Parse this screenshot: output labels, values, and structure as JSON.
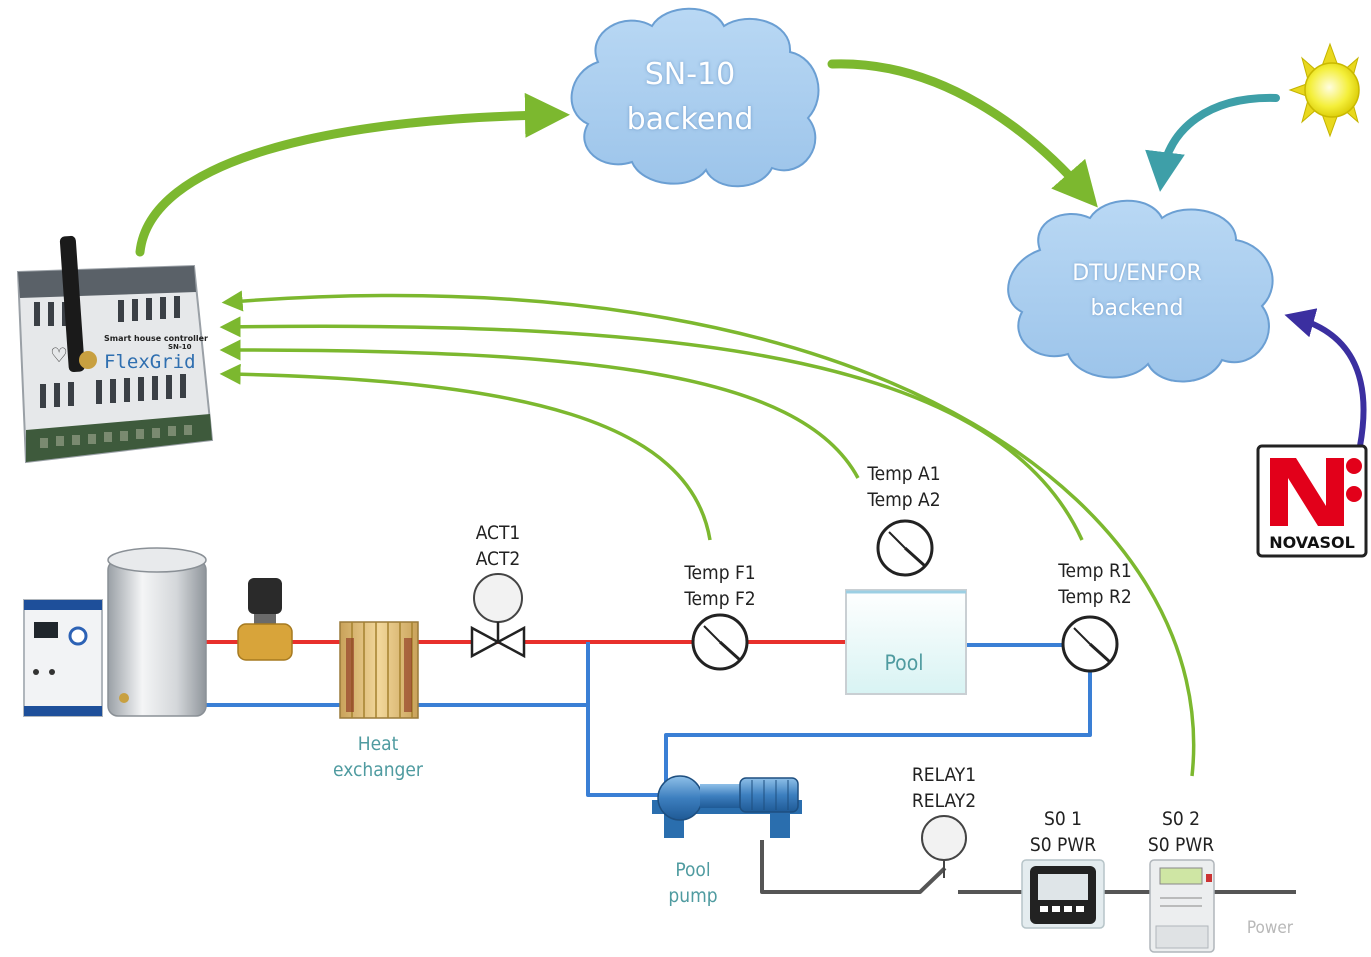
{
  "clouds": {
    "sn10": {
      "line1": "SN-10",
      "line2": "backend"
    },
    "dtu": {
      "line1": "DTU/ENFOR",
      "line2": "backend"
    }
  },
  "controller": {
    "brand": "FlexGrid",
    "subtitle": "Smart house controller",
    "model": "SN-10"
  },
  "novasol": {
    "logo_letter": "N",
    "name": "NOVASOL"
  },
  "labels": {
    "act": [
      "ACT1",
      "ACT2"
    ],
    "temp_a": [
      "Temp A1",
      "Temp A2"
    ],
    "temp_f": [
      "Temp F1",
      "Temp F2"
    ],
    "temp_r": [
      "Temp R1",
      "Temp R2"
    ],
    "relay": [
      "RELAY1",
      "RELAY2"
    ],
    "s0_1": [
      "S0 1",
      "S0 PWR"
    ],
    "s0_2": [
      "S0 2",
      "S0 PWR"
    ],
    "heat_exchanger": [
      "Heat",
      "exchanger"
    ],
    "pool": "Pool",
    "pool_pump": [
      "Pool",
      "pump"
    ],
    "power": "Power"
  },
  "colors": {
    "green_arrow": "#7cb82f",
    "teal_arrow": "#3e9fa8",
    "purple_arrow": "#3b2fa0",
    "hot_pipe": "#e8302c",
    "cold_pipe": "#3a7fd5",
    "power_line": "#555555",
    "cloud": "#a9cdee",
    "novasol_red": "#e2001a"
  }
}
